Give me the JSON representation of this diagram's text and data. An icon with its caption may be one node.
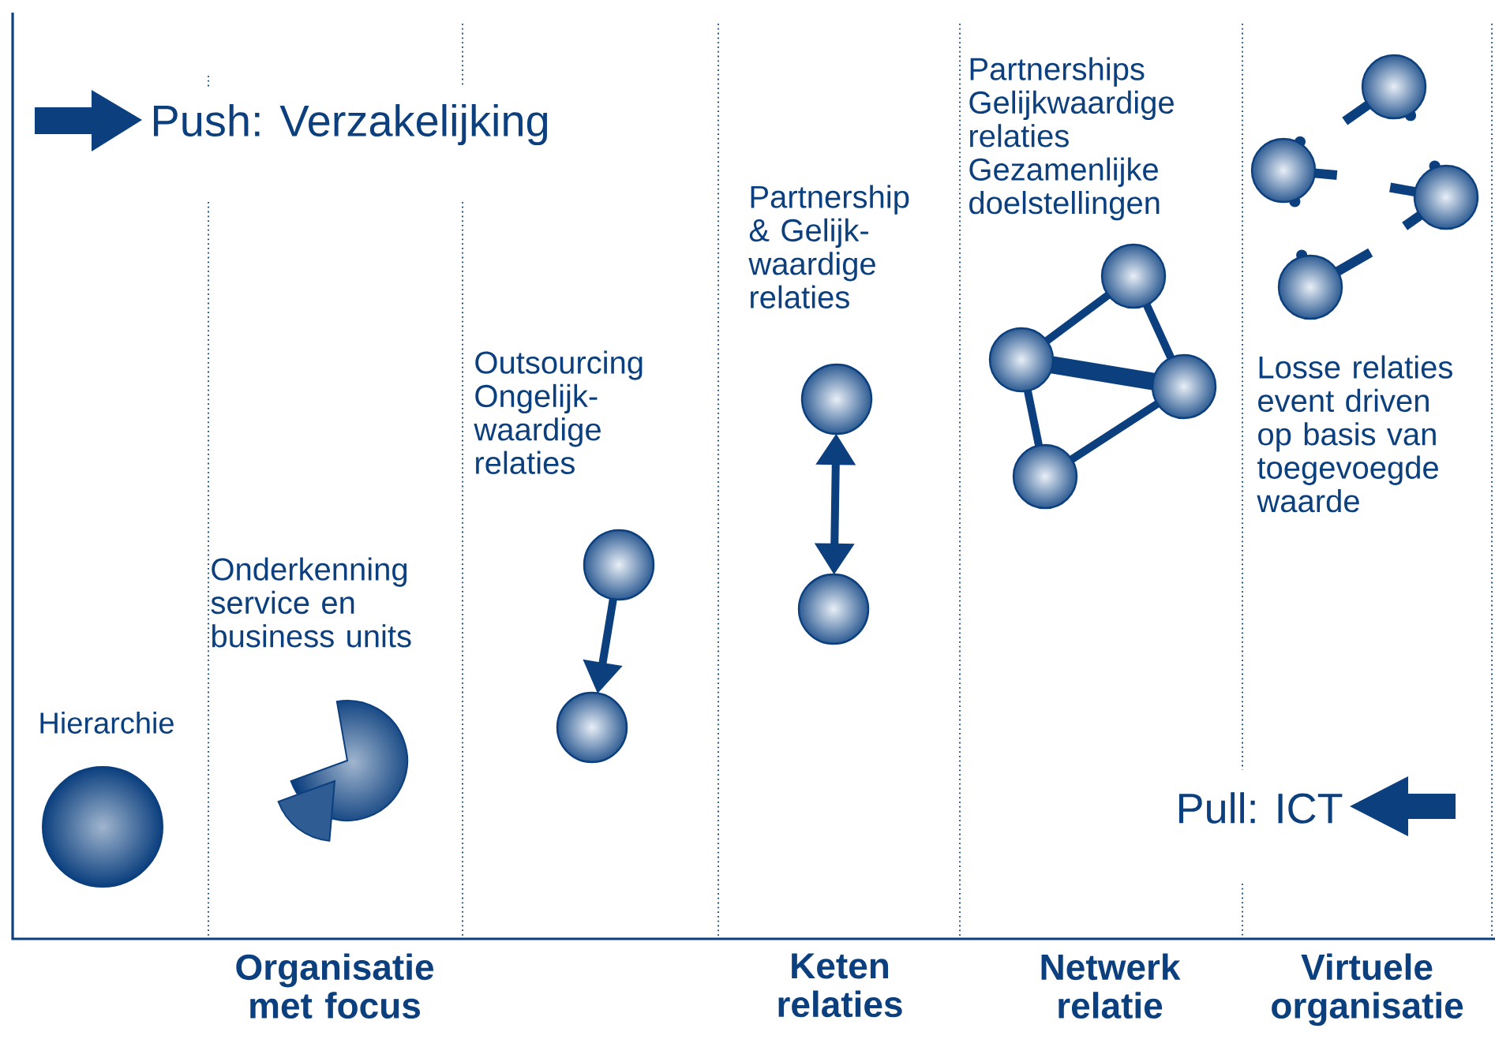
{
  "diagram": {
    "nodes": [
      {
        "text": [],
        "shape": "circle"
      },
      {
        "text": [],
        "shape": "circle"
      },
      {
        "text": [],
        "shape": "circle"
      },
      {
        "text": [],
        "shape": "circle"
      },
      {
        "text": [],
        "shape": "circle"
      },
      {
        "text": [],
        "shape": "circle"
      },
      {
        "text": [],
        "shape": "circle"
      },
      {
        "text": [],
        "shape": "circle"
      },
      {
        "text": [],
        "shape": "circle"
      },
      {
        "text": [],
        "shape": "circle"
      },
      {
        "text": [],
        "shape": "circle"
      },
      {
        "text": [],
        "shape": "circle"
      },
      {
        "text": [],
        "shape": "circle"
      },
      {
        "text": [],
        "shape": "circle"
      }
    ],
    "edges": [
      {
        "from": 2,
        "to": 3,
        "arrow": "to"
      },
      {
        "from": 4,
        "to": 5,
        "arrow": "both"
      },
      {
        "from": 6,
        "to": 7,
        "arrow": "none"
      },
      {
        "from": 6,
        "to": 8,
        "arrow": "none"
      },
      {
        "from": 7,
        "to": 8,
        "arrow": "none",
        "style": "thick"
      },
      {
        "from": 7,
        "to": 9,
        "arrow": "none"
      },
      {
        "from": 9,
        "to": 8,
        "arrow": "none"
      }
    ],
    "labels": [
      "Push: Verzakelijking",
      "Hierarchie",
      "Onderkenning service en business units",
      "Outsourcing Ongelijk-waardige relaties",
      "Partnership & Gelijk-waardige relaties",
      "Partnerships Gelijkwaardige relaties Gezamenlijke doelstellingen",
      "Losse relaties event driven op basis van toegevoegde waarde",
      "Pull: ICT",
      "Organisatie met focus",
      "Keten relaties",
      "Netwerk relatie",
      "Virtuele organisatie"
    ]
  }
}
